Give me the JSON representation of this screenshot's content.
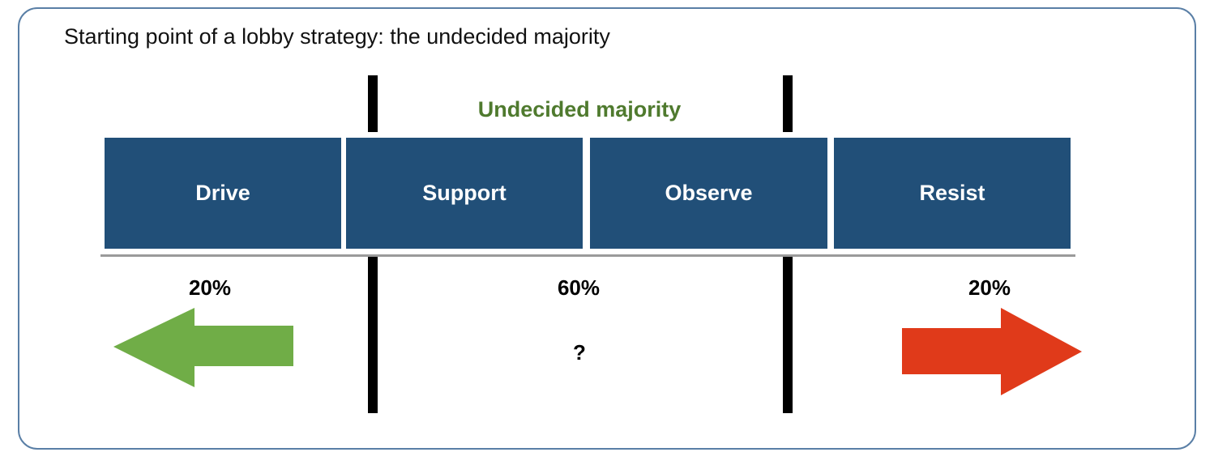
{
  "title": "Starting point of a lobby strategy: the undecided majority",
  "group_label": "Undecided majority",
  "categories": [
    {
      "label": "Drive"
    },
    {
      "label": "Support"
    },
    {
      "label": "Observe"
    },
    {
      "label": "Resist"
    }
  ],
  "shares": {
    "drive": "20%",
    "undecided": "60%",
    "resist": "20%"
  },
  "undecided_note": "?",
  "colors": {
    "box": "#214f78",
    "group_label": "#4f7a2e",
    "left_arrow": "#70ad47",
    "right_arrow": "#e03a1a",
    "frame": "#5a7fa6"
  }
}
